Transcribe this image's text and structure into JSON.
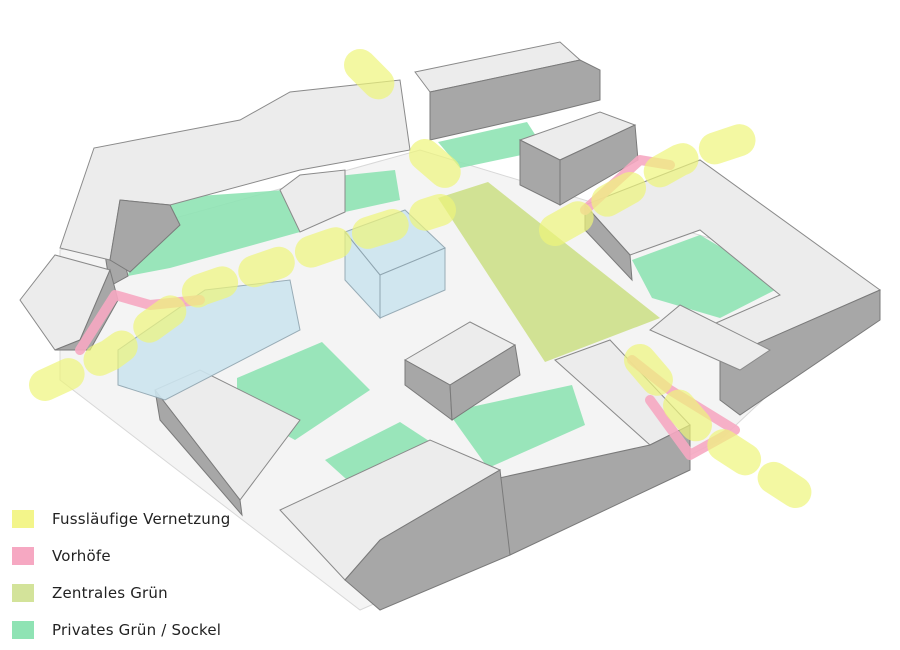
{
  "colors": {
    "path": "#eef57a",
    "forecourt": "#f6a8c2",
    "central_green": "#cfe08e",
    "private_green": "#8fe3b4",
    "building_side": "#a7a7a7",
    "building_top": "#ececec",
    "glass": "#cde5ef"
  },
  "legend": {
    "items": [
      {
        "label": "Fussläufige Vernetzung",
        "color": "#f3f58a"
      },
      {
        "label": "Vorhöfe",
        "color": "#f6a8c2"
      },
      {
        "label": "Zentrales Grün",
        "color": "#d3e39a"
      },
      {
        "label": "Privates Grün / Sockel",
        "color": "#8fe3b4"
      }
    ]
  }
}
